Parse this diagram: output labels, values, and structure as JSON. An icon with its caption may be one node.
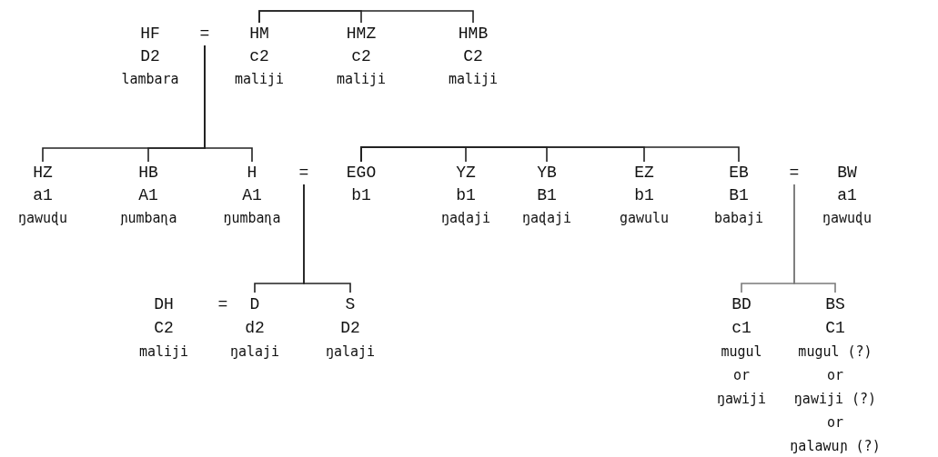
{
  "diagram": {
    "nodes": [
      {
        "text": [
          "HF",
          "D2",
          "lambara"
        ]
      },
      {
        "text": [
          "="
        ]
      },
      {
        "text": [
          "HM",
          "c2",
          "maliji"
        ]
      },
      {
        "text": [
          "HMZ",
          "c2",
          "maliji"
        ]
      },
      {
        "text": [
          "HMB",
          "C2",
          "maliji"
        ]
      },
      {
        "text": [
          "HZ",
          "a1",
          "ŋawuɖu"
        ]
      },
      {
        "text": [
          "HB",
          "A1",
          "ɲumbaɳa"
        ]
      },
      {
        "text": [
          "H",
          "A1",
          "ŋumbaɳa"
        ]
      },
      {
        "text": [
          "="
        ]
      },
      {
        "text": [
          "EGO",
          "b1"
        ]
      },
      {
        "text": [
          "YZ",
          "b1",
          "ŋaɖaji"
        ]
      },
      {
        "text": [
          "YB",
          "B1",
          "ŋaɖaji"
        ]
      },
      {
        "text": [
          "EZ",
          "b1",
          "gawulu"
        ]
      },
      {
        "text": [
          "EB",
          "B1",
          "babaji"
        ]
      },
      {
        "text": [
          "="
        ]
      },
      {
        "text": [
          "BW",
          "a1",
          "ŋawuɖu"
        ]
      },
      {
        "text": [
          "DH",
          "C2",
          "maliji"
        ]
      },
      {
        "text": [
          "="
        ]
      },
      {
        "text": [
          "D",
          "d2",
          "ŋalaji"
        ]
      },
      {
        "text": [
          "S",
          "D2",
          "ŋalaji"
        ]
      },
      {
        "text": [
          "BD",
          "c1",
          "mugul",
          "or",
          "ŋawiji"
        ]
      },
      {
        "text": [
          "BS",
          "C1",
          "mugul (?)",
          "or",
          "ŋawiji (?)",
          "or",
          "ŋalawuɲ (?)"
        ]
      }
    ],
    "edges": [
      {
        "from": 2,
        "to": 3,
        "arrow": "none"
      },
      {
        "from": 2,
        "to": 4,
        "arrow": "none"
      },
      {
        "from": 1,
        "to": 5,
        "arrow": "none"
      },
      {
        "from": 1,
        "to": 6,
        "arrow": "none"
      },
      {
        "from": 1,
        "to": 7,
        "arrow": "none"
      },
      {
        "from": 9,
        "to": 10,
        "arrow": "none"
      },
      {
        "from": 9,
        "to": 11,
        "arrow": "none"
      },
      {
        "from": 9,
        "to": 12,
        "arrow": "none"
      },
      {
        "from": 9,
        "to": 13,
        "arrow": "none"
      },
      {
        "from": 8,
        "to": 18,
        "arrow": "none"
      },
      {
        "from": 8,
        "to": 19,
        "arrow": "none"
      },
      {
        "from": 14,
        "to": 20,
        "arrow": "none",
        "color": "#7a7a7a"
      },
      {
        "from": 14,
        "to": 21,
        "arrow": "none",
        "color": "#7a7a7a"
      }
    ]
  }
}
